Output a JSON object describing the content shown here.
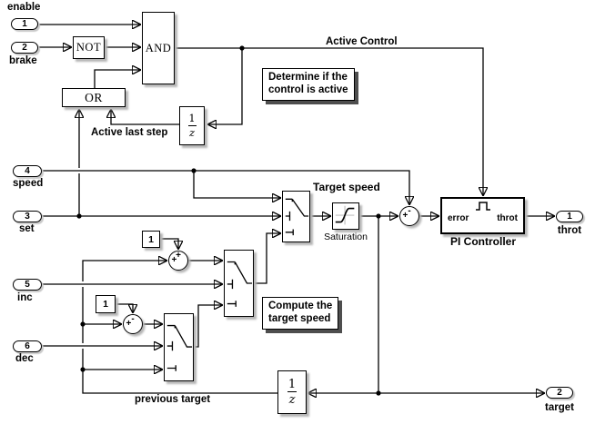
{
  "colors": {
    "background": "#ffffff",
    "line": "#000000",
    "block_fill": "#ffffff",
    "block_shadow": "#b6b6b6",
    "annotation_shadow": "#4e4e4e"
  },
  "inports": {
    "enable": {
      "number": "1",
      "label": "enable"
    },
    "brake": {
      "number": "2",
      "label": "brake"
    },
    "speed": {
      "number": "4",
      "label": "speed"
    },
    "set": {
      "number": "3",
      "label": "set"
    },
    "inc": {
      "number": "5",
      "label": "inc"
    },
    "dec": {
      "number": "6",
      "label": "dec"
    }
  },
  "outports": {
    "throt": {
      "number": "1",
      "label": "throt"
    },
    "target": {
      "number": "2",
      "label": "target"
    }
  },
  "gates": {
    "not_label": "NOT",
    "and_label": "AND",
    "or_label": "OR"
  },
  "unit_delays": {
    "active_last_step": {
      "numerator": "1",
      "denominator": "z"
    },
    "previous_target": {
      "numerator": "1",
      "denominator": "z"
    }
  },
  "constants": {
    "inc_step": "1",
    "dec_step": "1"
  },
  "sums": {
    "increment": {
      "top": "+",
      "left": "+"
    },
    "decrement": {
      "top": "-",
      "left": "+"
    },
    "error": {
      "top": "-",
      "left": "+"
    }
  },
  "saturation": {
    "name": "Saturation"
  },
  "pi_controller": {
    "name": "PI Controller",
    "input_port": "error",
    "output_port": "throt"
  },
  "signal_labels": {
    "active_control": "Active Control",
    "active_last_step": "Active last step",
    "target_speed": "Target speed",
    "previous_target": "previous target"
  },
  "annotations": {
    "determine": {
      "line1": "Determine if the",
      "line2": "control is active"
    },
    "compute": {
      "line1": "Compute the",
      "line2": "target speed"
    }
  }
}
